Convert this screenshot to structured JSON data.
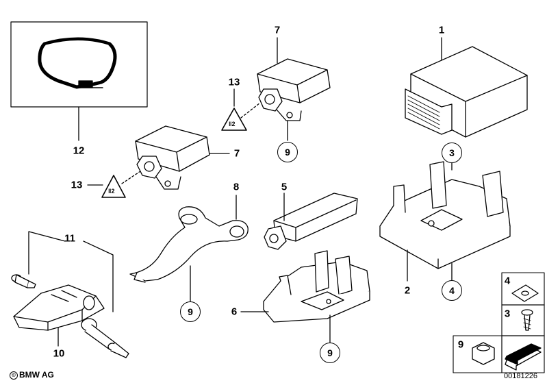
{
  "callouts": {
    "c1": "1",
    "c2": "2",
    "c3": "3",
    "c4": "4",
    "c5": "5",
    "c6": "6",
    "c7a": "7",
    "c7b": "7",
    "c8": "8",
    "c9a": "9",
    "c9b": "9",
    "c9c": "9",
    "c10": "10",
    "c11": "11",
    "c12": "12",
    "c13a": "13",
    "c13b": "13"
  },
  "legend": {
    "item4": "4",
    "item3": "3",
    "item9": "9"
  },
  "warning_symbol_text": "ǁ2",
  "brand": "BMW AG",
  "copyright_symbol": "©",
  "diagram_number": "00181226"
}
